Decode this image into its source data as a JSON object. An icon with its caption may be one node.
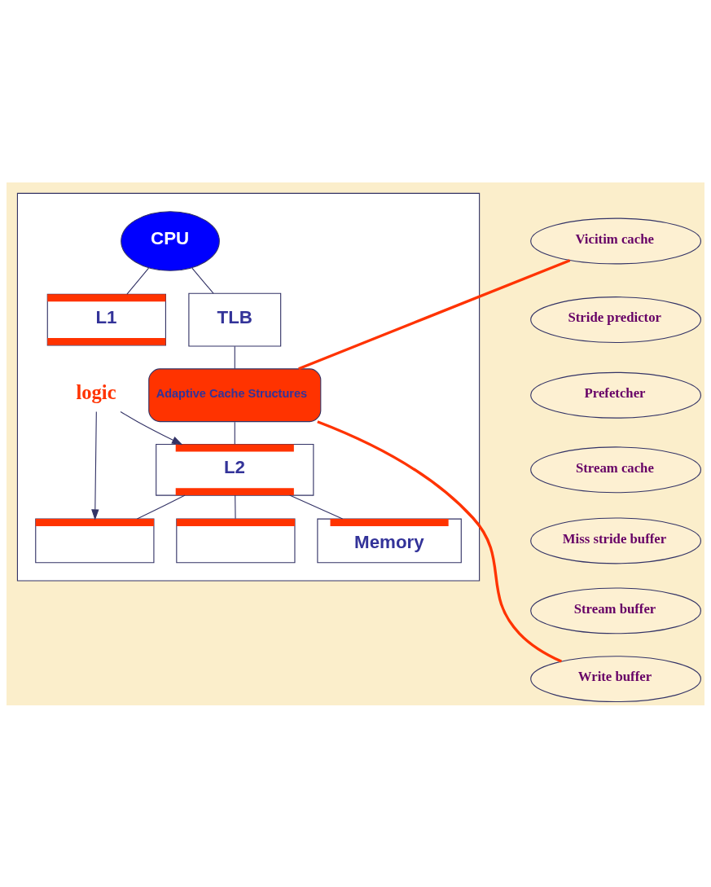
{
  "diagram": {
    "nodes": [
      {
        "text": [],
        "shape": "box"
      },
      {
        "text": [
          "CPU"
        ],
        "in": 0
      },
      {
        "text": [
          "L1"
        ],
        "in": 0
      },
      {
        "text": [
          "TLB"
        ],
        "in": 0
      },
      {
        "text": [
          "Adaptive Cache Structures"
        ],
        "in": 0
      },
      {
        "text": [
          "L2"
        ],
        "in": 0
      },
      {
        "text": [],
        "shape": "box",
        "in": 0
      },
      {
        "text": [],
        "shape": "box",
        "in": 0
      },
      {
        "text": [
          "Memory"
        ],
        "in": 0
      },
      {
        "text": [
          "logic"
        ],
        "in": 0
      },
      {
        "text": [
          "Vicitim cache"
        ]
      },
      {
        "text": [
          "Stride predictor"
        ]
      },
      {
        "text": [
          "Prefetcher"
        ]
      },
      {
        "text": [
          "Stream cache"
        ]
      },
      {
        "text": [
          "Miss stride buffer"
        ]
      },
      {
        "text": [
          "Stream buffer"
        ]
      },
      {
        "text": [
          "Write buffer"
        ]
      }
    ],
    "edges": [
      {
        "from": 1,
        "to": 2,
        "arrow": "none"
      },
      {
        "from": 1,
        "to": 3,
        "arrow": "none"
      },
      {
        "from": 3,
        "to": 4,
        "arrow": "none"
      },
      {
        "from": 4,
        "to": 5,
        "arrow": "none"
      },
      {
        "from": 5,
        "to": 6,
        "arrow": "none"
      },
      {
        "from": 5,
        "to": 7,
        "arrow": "none"
      },
      {
        "from": 5,
        "to": 8,
        "arrow": "none"
      },
      {
        "from": 9,
        "to": 5,
        "arrow": "to"
      },
      {
        "from": 9,
        "to": 6,
        "arrow": "to"
      },
      {
        "from": 4,
        "to": 10,
        "arrow": "none",
        "style": "thick",
        "color": "#ff3300"
      },
      {
        "from": 4,
        "to": 16,
        "arrow": "none",
        "style": "thick",
        "color": "#ff3300"
      }
    ]
  }
}
